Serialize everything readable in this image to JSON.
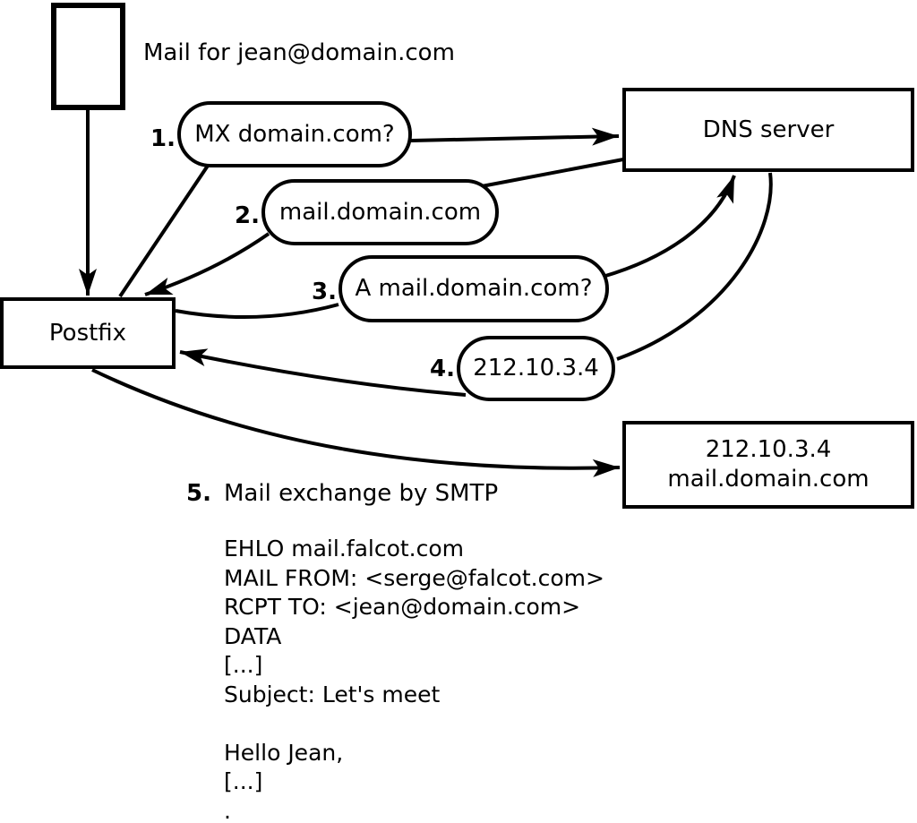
{
  "colors": {
    "ink": "#000000",
    "background": "#ffffff"
  },
  "annotations": {
    "mail_for": "Mail for jean@domain.com",
    "step5_number": "5.",
    "step5_text": "Mail exchange by SMTP"
  },
  "nodes": {
    "postfix": {
      "label": "Postfix"
    },
    "dns": {
      "label": "DNS server"
    },
    "mail_server": {
      "line1": "212.10.3.4",
      "line2": "mail.domain.com"
    }
  },
  "steps": [
    {
      "number": "1.",
      "label": "MX domain.com?"
    },
    {
      "number": "2.",
      "label": "mail.domain.com"
    },
    {
      "number": "3.",
      "label": "A mail.domain.com?"
    },
    {
      "number": "4.",
      "label": "212.10.3.4"
    }
  ],
  "smtp_session": {
    "lines": [
      "EHLO mail.falcot.com",
      "MAIL FROM: <serge@falcot.com>",
      "RCPT TO: <jean@domain.com>",
      "DATA",
      "[...]",
      "Subject: Let's meet",
      "",
      "Hello Jean,",
      "[...]",
      "."
    ]
  }
}
